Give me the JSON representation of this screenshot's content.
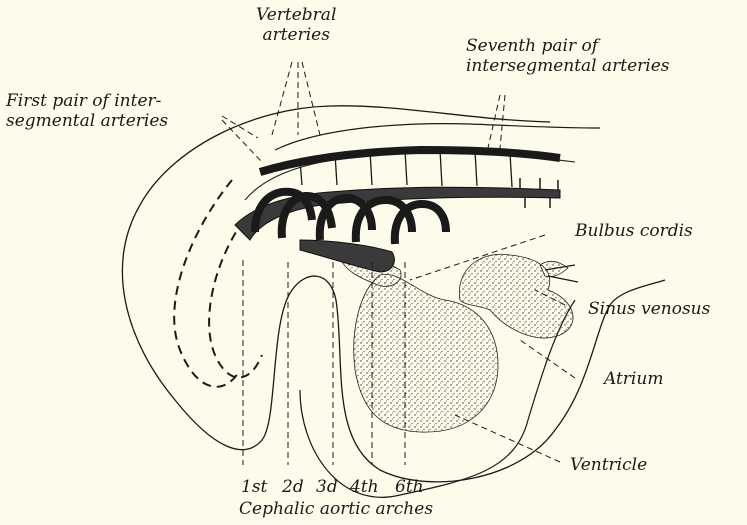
{
  "labels": {
    "vertebral_line1": "Vertebral",
    "vertebral_line2": "arteries",
    "seventh_line1": "Seventh pair of",
    "seventh_line2": "intersegmental arteries",
    "first_line1": "First pair of inter-",
    "first_line2": "segmental arteries",
    "bulbus": "Bulbus cordis",
    "sinus": "Sinus venosus",
    "atrium": "Atrium",
    "ventricle": "Ventricle",
    "arch_1st": "1st",
    "arch_2d": "2d",
    "arch_3d": "3d",
    "arch_4th": "4th",
    "arch_6th": "6th",
    "arches_caption": "Cephalic aortic arches"
  },
  "colors": {
    "paper": "#fdfbe9",
    "ink": "#1a1a1a"
  }
}
